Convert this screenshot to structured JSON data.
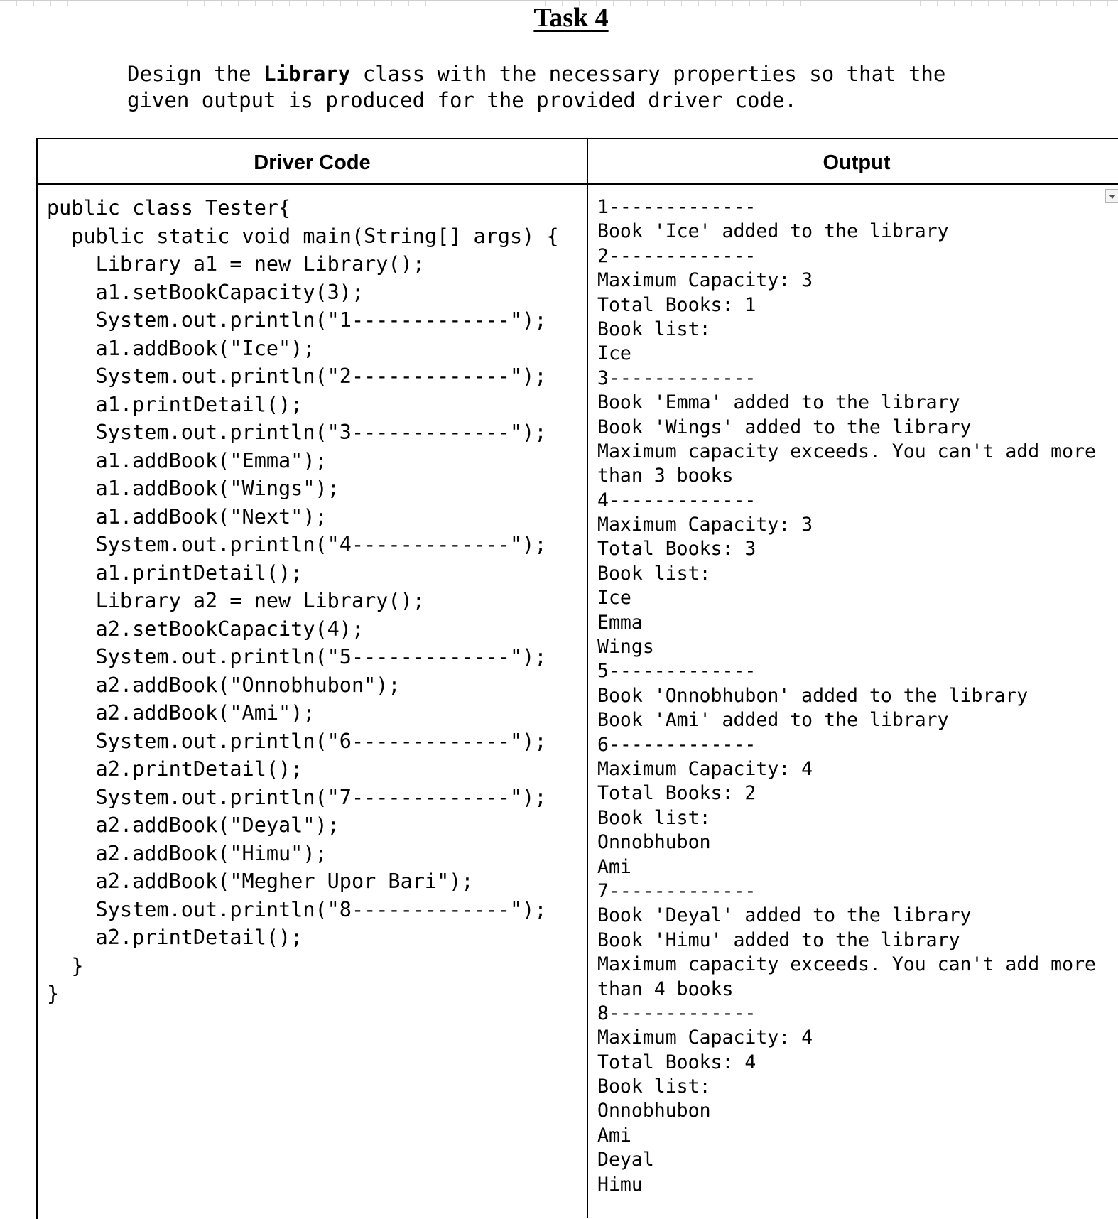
{
  "title": "Task 4",
  "intro": {
    "line1_pre": "Design the ",
    "line1_bold": "Library",
    "line1_post": " class with the necessary properties so that the",
    "line2": "given output is produced for the provided driver code."
  },
  "table": {
    "left_header": "Driver Code",
    "right_header": "Output",
    "driver_code": [
      "public class Tester{",
      "  public static void main(String[] args) {",
      "    Library a1 = new Library();",
      "    a1.setBookCapacity(3);",
      "    System.out.println(\"1-------------\");",
      "    a1.addBook(\"Ice\");",
      "    System.out.println(\"2-------------\");",
      "    a1.printDetail();",
      "    System.out.println(\"3-------------\");",
      "    a1.addBook(\"Emma\");",
      "    a1.addBook(\"Wings\");",
      "    a1.addBook(\"Next\");",
      "    System.out.println(\"4-------------\");",
      "    a1.printDetail();",
      "    Library a2 = new Library();",
      "    a2.setBookCapacity(4);",
      "    System.out.println(\"5-------------\");",
      "    a2.addBook(\"Onnobhubon\");",
      "    a2.addBook(\"Ami\");",
      "    System.out.println(\"6-------------\");",
      "    a2.printDetail();",
      "    System.out.println(\"7-------------\");",
      "    a2.addBook(\"Deyal\");",
      "    a2.addBook(\"Himu\");",
      "    a2.addBook(\"Megher Upor Bari\");",
      "    System.out.println(\"8-------------\");",
      "    a2.printDetail();",
      "  }",
      "}"
    ],
    "output": [
      "1-------------",
      "Book 'Ice' added to the library",
      "2-------------",
      "Maximum Capacity: 3",
      "Total Books: 1",
      "Book list:",
      "Ice",
      "3-------------",
      "Book 'Emma' added to the library",
      "Book 'Wings' added to the library",
      "Maximum capacity exceeds. You can't add more",
      "than 3 books",
      "4-------------",
      "Maximum Capacity: 3",
      "Total Books: 3",
      "Book list:",
      "Ice",
      "Emma",
      "Wings",
      "5-------------",
      "Book 'Onnobhubon' added to the library",
      "Book 'Ami' added to the library",
      "6-------------",
      "Maximum Capacity: 4",
      "Total Books: 2",
      "Book list:",
      "Onnobhubon",
      "Ami",
      "7-------------",
      "Book 'Deyal' added to the library",
      "Book 'Himu' added to the library",
      "Maximum capacity exceeds. You can't add more",
      "than 4 books",
      "8-------------",
      "Maximum Capacity: 4",
      "Total Books: 4",
      "Book list:",
      "Onnobhubon",
      "Ami",
      "Deyal",
      "Himu"
    ]
  }
}
